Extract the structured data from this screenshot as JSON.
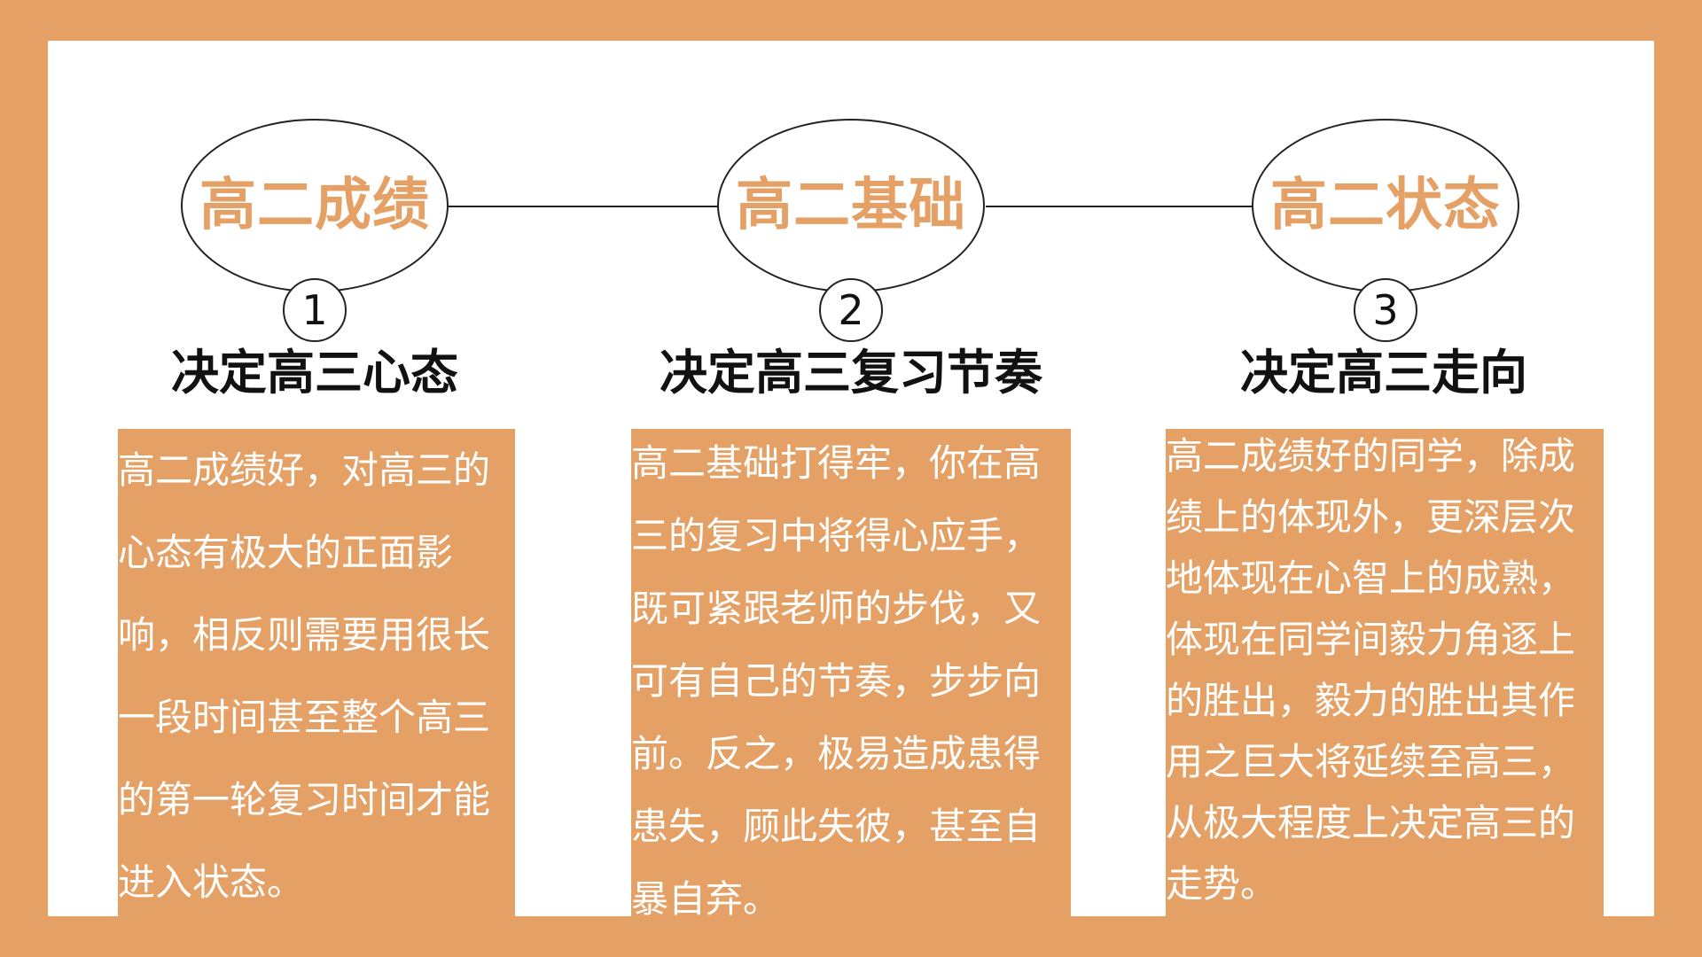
{
  "items": [
    {
      "title": "高二成绩",
      "number": "1",
      "subtitle": "决定高三心态",
      "body": "高二成绩好，对高三的心态有极大的正面影响，相反则需要用很长一段时间甚至整个高三的第一轮复习时间才能进入状态。"
    },
    {
      "title": "高二基础",
      "number": "2",
      "subtitle": "决定高三复习节奏",
      "body": "高二基础打得牢，你在高三的复习中将得心应手，既可紧跟老师的步伐，又可有自己的节奏，步步向前。反之，极易造成患得患失，顾此失彼，甚至自暴自弃。"
    },
    {
      "title": "高二状态",
      "number": "3",
      "subtitle": "决定高三走向",
      "body": "高二成绩好的同学，除成绩上的体现外，更深层次地体现在心智上的成熟，体现在同学间毅力角逐上的胜出，毅力的胜出其作用之巨大将延续至高三，从极大程度上决定高三的走势。"
    }
  ],
  "colors": {
    "accent": "#E5A165",
    "background": "#FFFFFF",
    "text": "#111111",
    "body_text": "#FFFFFF"
  }
}
